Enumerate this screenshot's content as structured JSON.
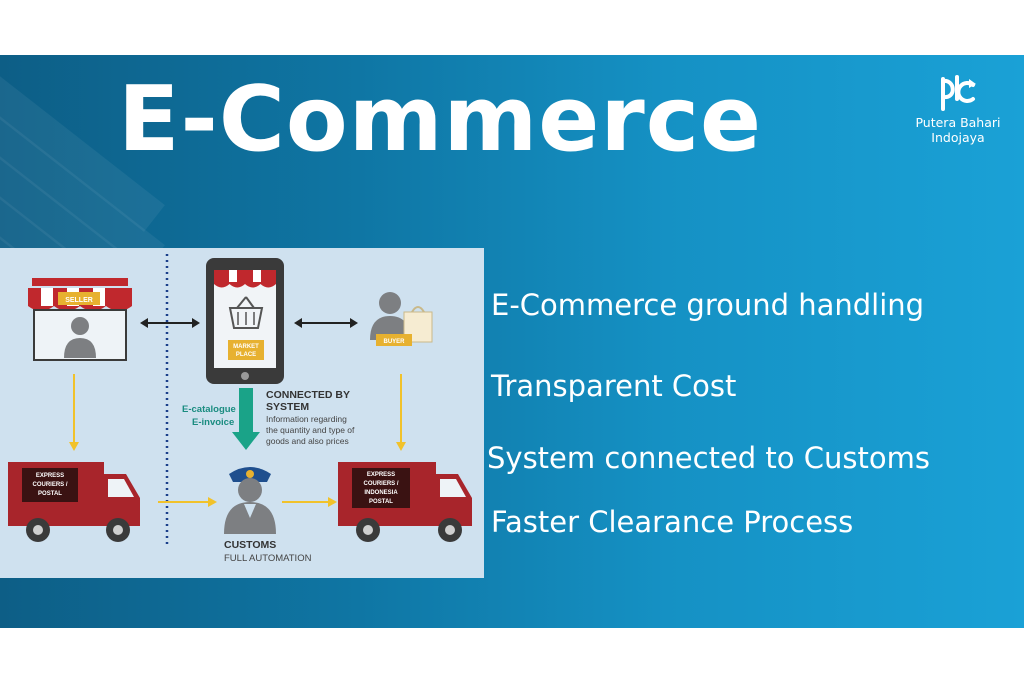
{
  "slide": {
    "title": "E-Commerce",
    "brand": {
      "line1": "Putera Bahari",
      "line2": "Indojaya",
      "logo_icon": "pbi-logo-icon"
    },
    "bullets": [
      "E-Commerce ground handling",
      "Transparent Cost",
      "System connected to Customs",
      "Faster Clearance Process"
    ]
  },
  "diagram": {
    "seller_label": "SELLER",
    "marketplace_label_1": "MARKET",
    "marketplace_label_2": "PLACE",
    "buyer_label": "BUYER",
    "ecatalogue": "E-catalogue",
    "einvoice": "E-invoice",
    "connected_title_1": "CONNECTED BY",
    "connected_title_2": "SYSTEM",
    "connected_desc_1": "Information regarding",
    "connected_desc_2": "the quantity and type of",
    "connected_desc_3": "goods and also prices",
    "truck_left_1": "EXPRESS",
    "truck_left_2": "COURIERS /",
    "truck_left_3": "POSTAL",
    "truck_right_1": "EXPRESS",
    "truck_right_2": "COURIERS /",
    "truck_right_3": "INDONESIA",
    "truck_right_4": "POSTAL",
    "customs_title": "CUSTOMS",
    "customs_sub": "FULL AUTOMATION",
    "colors": {
      "awning_red": "#c0282d",
      "truck_red": "#a8252b",
      "person_gray": "#7d7f82",
      "phone_dark": "#3a3a3a",
      "tag_yellow": "#e7b130",
      "arrow_yellow": "#f1c22b",
      "arrow_green": "#1aa388",
      "label_teal": "#1a8c80",
      "customs_blue": "#1f4f8e"
    }
  }
}
